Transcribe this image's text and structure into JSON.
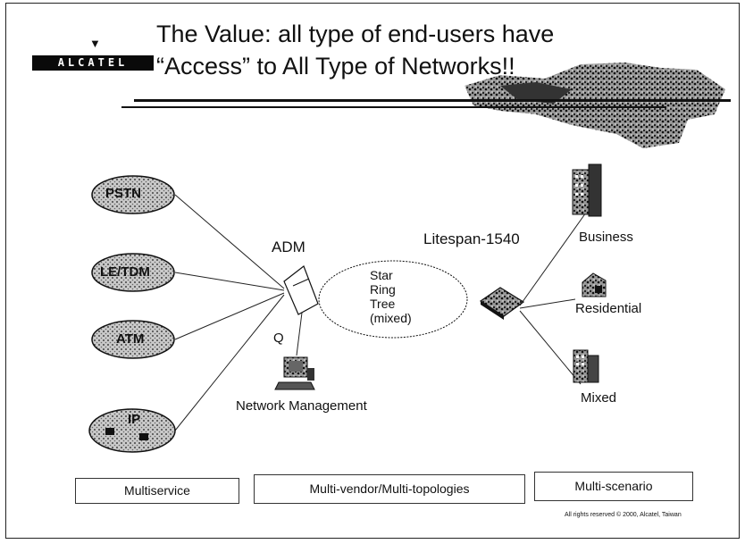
{
  "brand": {
    "logo_text": "ALCATEL"
  },
  "title": {
    "line1": "The Value: all type of end-users have",
    "line2": "“Access” to All Type of Networks!!"
  },
  "networks": [
    {
      "label": "PSTN"
    },
    {
      "label": "LE/TDM"
    },
    {
      "label": "ATM"
    },
    {
      "label": "IP"
    }
  ],
  "center": {
    "adm_label": "ADM",
    "ring_lines": [
      "Star",
      "Ring",
      "Tree",
      "(mixed)"
    ],
    "q_label": "Q",
    "nm_label": "Network Management",
    "litespan_label": "Litespan-1540"
  },
  "endpoints": [
    {
      "label": "Business"
    },
    {
      "label": "Residential"
    },
    {
      "label": "Mixed"
    }
  ],
  "bottom_boxes": [
    {
      "label": "Multiservice"
    },
    {
      "label": "Multi-vendor/Multi-topologies"
    },
    {
      "label": "Multi-scenario"
    }
  ],
  "footer": {
    "copyright": "All rights reserved © 2000, Alcatel, Taiwan"
  }
}
